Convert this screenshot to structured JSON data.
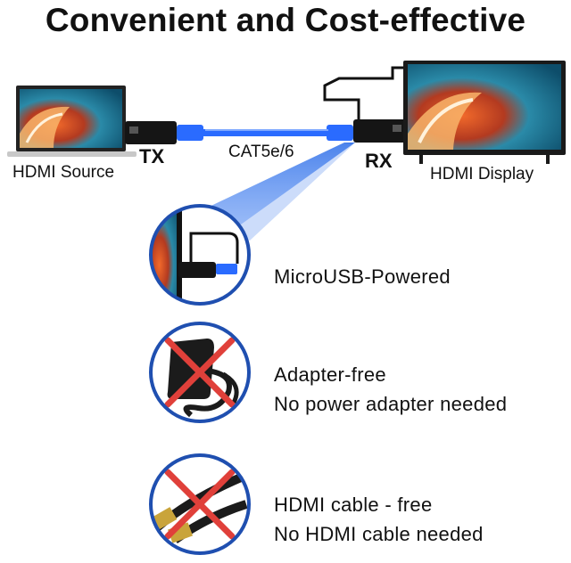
{
  "title": "Convenient and Cost-effective",
  "diagram": {
    "source_label": "HDMI Source",
    "display_label": "HDMI Display",
    "tx_label": "TX",
    "rx_label": "RX",
    "cable_label": "CAT5e/6"
  },
  "features": [
    {
      "icon": "microusb-powered-icon",
      "lines": [
        "MicroUSB-Powered"
      ]
    },
    {
      "icon": "no-adapter-icon",
      "lines": [
        "Adapter-free",
        "No power adapter needed"
      ]
    },
    {
      "icon": "no-hdmi-cable-icon",
      "lines": [
        "HDMI cable - free",
        "No HDMI cable needed"
      ]
    }
  ],
  "colors": {
    "circle_border": "#1f4fb0",
    "cross": "#e0403a",
    "cable": "#2a6bff",
    "callout": "#3d7df0"
  }
}
